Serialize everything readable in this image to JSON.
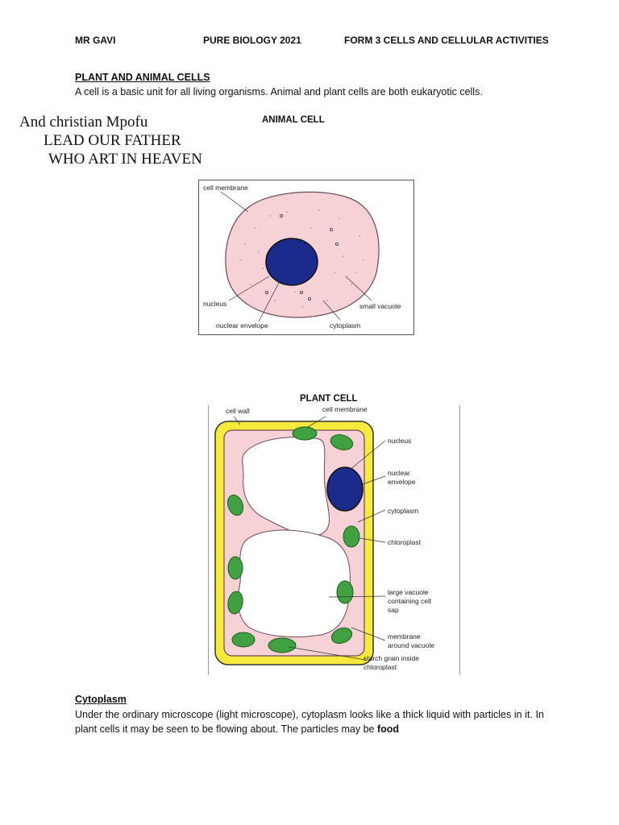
{
  "header": {
    "teacher": "MR GAVI",
    "subject": "PURE BIOLOGY 2021",
    "topic": "FORM 3   CELLS AND CELLULAR ACTIVITIES"
  },
  "section": {
    "title": "PLANT AND ANIMAL CELLS",
    "intro": "A cell is a basic unit for all living organisms. Animal and plant cells are both eukaryotic cells."
  },
  "handwriting": {
    "line1": "And christian Mpofu",
    "line2": "LEAD OUR FATHER",
    "line3": "WHO ART IN HEAVEN"
  },
  "animal_cell": {
    "title": "ANIMAL CELL",
    "labels": {
      "cell_membrane": "cell membrane",
      "nucleus": "nucleus",
      "nuclear_envelope": "nuclear envelope",
      "cytoplasm": "cytoplasm",
      "small_vacuole": "small vacuole"
    }
  },
  "plant_cell": {
    "title": "PLANT CELL",
    "labels": {
      "cell_wall": "cell wall",
      "cell_membrane": "cell membrane",
      "nucleus": "nucleus",
      "nuclear_envelope_1": "nuclear",
      "nuclear_envelope_2": "envelope",
      "cytoplasm": "cytoplasm",
      "chloroplast": "chloroplast",
      "large_vacuole_1": "large vacuole",
      "large_vacuole_2": "containing cell",
      "large_vacuole_3": "sap",
      "membrane_vacuole_1": "membrane",
      "membrane_vacuole_2": "around vacuole",
      "starch_1": "starch grain inside",
      "starch_2": "chloroplast"
    }
  },
  "cytoplasm": {
    "title": "Cytoplasm",
    "text": "Under the ordinary microscope (light microscope), cytoplasm looks like a thick liquid with particles in it. In plant cells it may be seen to be flowing about. The particles may be ",
    "bold_tail": "food"
  },
  "colors": {
    "cytoplasm_pink": "#f6d2d6",
    "nucleus_blue": "#1c2a8c",
    "chloroplast_green": "#3fa13f",
    "cell_wall_yellow": "#f7ea3c"
  }
}
